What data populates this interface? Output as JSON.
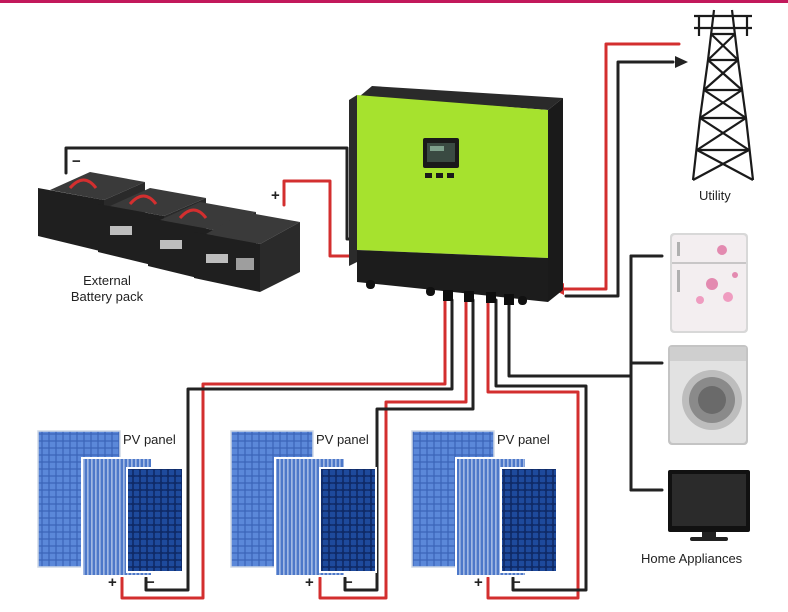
{
  "top_border_color": "#c2185b",
  "wire_colors": {
    "positive": "#d32f2f",
    "negative": "#222222"
  },
  "inverter_color": "#a6e22e",
  "labels": {
    "utility": "Utility",
    "battery_line1": "External",
    "battery_line2": "Battery pack",
    "home_appliances": "Home Appliances",
    "pv_panel": "PV panel"
  },
  "signs": {
    "plus": "+",
    "minus": "−"
  },
  "pv_arrays": [
    {
      "label": "PV panel"
    },
    {
      "label": "PV panel"
    },
    {
      "label": "PV panel"
    }
  ]
}
